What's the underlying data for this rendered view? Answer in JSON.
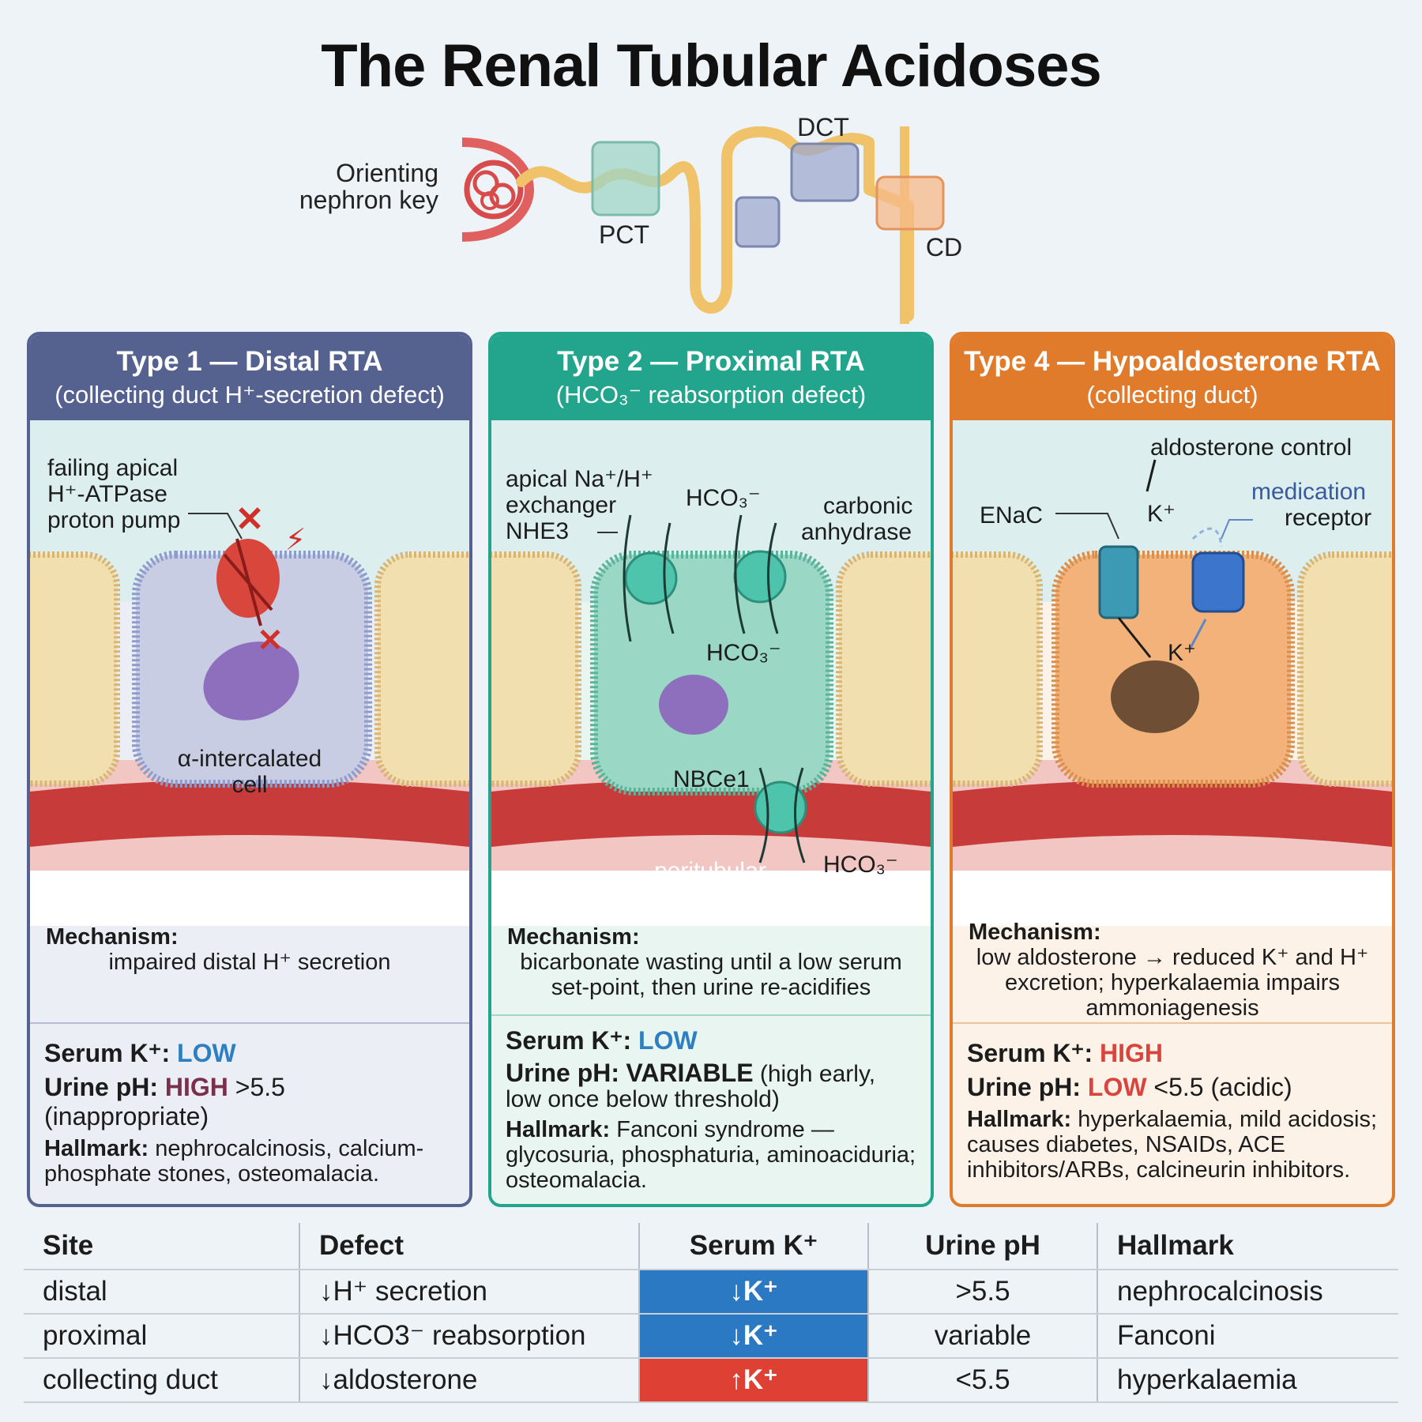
{
  "title": "The Renal Tubular Acidoses",
  "nephron_key": {
    "label_line1": "Orienting",
    "label_line2": "nephron key",
    "segments": {
      "pct": "PCT",
      "dct": "DCT",
      "cd": "CD"
    }
  },
  "panels": [
    {
      "title": "Type 1 — Distal RTA",
      "subtitle": "(collecting duct H⁺-secretion defect)",
      "color": "#55628f",
      "labels": {
        "pump": [
          "failing apical",
          "H⁺-ATPase",
          "proton pump"
        ],
        "cell": [
          "α-intercalated",
          "cell"
        ]
      },
      "mechanism_heading": "Mechanism:",
      "mechanism_text": "impaired distal H⁺ secretion",
      "serum_label": "Serum K⁺:",
      "serum_value": "LOW",
      "urine_label": "Urine pH:",
      "urine_value": "HIGH",
      "urine_detail": ">5.5 (inappropriate)",
      "hallmark_label": "Hallmark:",
      "hallmark_text": "nephrocalcinosis, calcium-phosphate stones, osteomalacia."
    },
    {
      "title": "Type 2 — Proximal RTA",
      "subtitle": "(HCO₃⁻ reabsorption defect)",
      "color": "#22a58c",
      "labels": {
        "exchanger": [
          "apical Na⁺/H⁺",
          "exchanger",
          "NHE3"
        ],
        "hco3_top": "HCO₃⁻",
        "anhydrase": [
          "carbonic",
          "anhydrase"
        ],
        "hco3_mid": "HCO₃⁻",
        "nbce1": "NBCe1",
        "peritubular": "peritubular",
        "hco3_out": "HCO₃⁻"
      },
      "mechanism_heading": "Mechanism:",
      "mechanism_text": "bicarbonate wasting until a low serum set-point, then urine re-acidifies",
      "serum_label": "Serum K⁺:",
      "serum_value": "LOW",
      "urine_label": "Urine pH:",
      "urine_value": "VARIABLE",
      "urine_detail": "(high early, low once below threshold)",
      "hallmark_label": "Hallmark:",
      "hallmark_text": "Fanconi syndrome — glycosuria, phosphaturia, aminoaciduria; osteomalacia."
    },
    {
      "title": "Type 4 — Hypoaldosterone RTA",
      "subtitle": "(collecting duct)",
      "color": "#e07b2c",
      "labels": {
        "aldosterone": "aldosterone control",
        "medication": "medication",
        "receptor": "receptor",
        "enac": "ENaC",
        "k_top": "K⁺",
        "k_mid": "K⁺"
      },
      "mechanism_heading": "Mechanism:",
      "mechanism_text": "low aldosterone → reduced K⁺ and H⁺ excretion; hyperkalaemia impairs ammoniagenesis",
      "serum_label": "Serum K⁺:",
      "serum_value": "HIGH",
      "urine_label": "Urine pH:",
      "urine_value": "LOW",
      "urine_detail": "<5.5 (acidic)",
      "hallmark_label": "Hallmark:",
      "hallmark_text": "hyperkalaemia, mild acidosis; causes diabetes, NSAIDs, ACE inhibitors/ARBs, calcineurin inhibitors."
    }
  ],
  "summary_table": {
    "headers": [
      "Site",
      "Defect",
      "Serum K⁺",
      "Urine pH",
      "Hallmark"
    ],
    "rows": [
      [
        "distal",
        "↓H⁺ secretion",
        "↓K⁺",
        ">5.5",
        "nephrocalcinosis"
      ],
      [
        "proximal",
        "↓HCO3⁻ reabsorption",
        "↓K⁺",
        "variable",
        "Fanconi"
      ],
      [
        "collecting duct",
        "↓aldosterone",
        "↑K⁺",
        "<5.5",
        "hyperkalaemia"
      ]
    ],
    "colors": {
      "k_low": "#2b79c2",
      "k_high": "#de4033"
    }
  }
}
